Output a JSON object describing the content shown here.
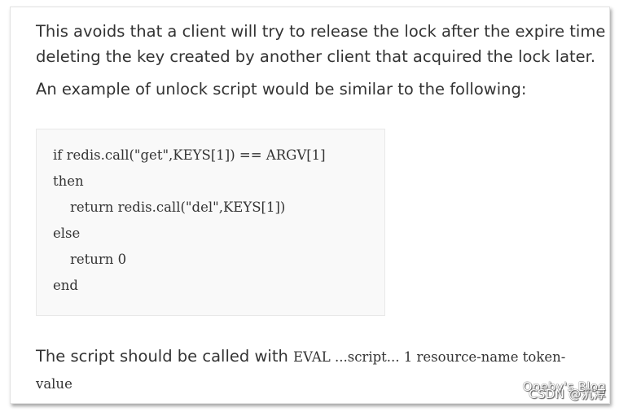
{
  "paragraphs": {
    "intro_line1": "This avoids that a client will try to release the lock after the expire time",
    "intro_line2": "deleting the key created by another client that acquired the lock later.",
    "example": "An example of unlock script would be similar to the following:"
  },
  "code_lines": [
    "if redis.call(\"get\",KEYS[1]) == ARGV[1]",
    "then",
    "    return redis.call(\"del\",KEYS[1])",
    "else",
    "    return 0",
    "end"
  ],
  "closing": {
    "prefix": "The script should be called with ",
    "code_part1": "EVAL ...script... 1 resource-name token-",
    "code_part2": "value"
  },
  "watermarks": {
    "blog": "Oneby's Blog",
    "csdn": "CSDN @沉淳"
  }
}
